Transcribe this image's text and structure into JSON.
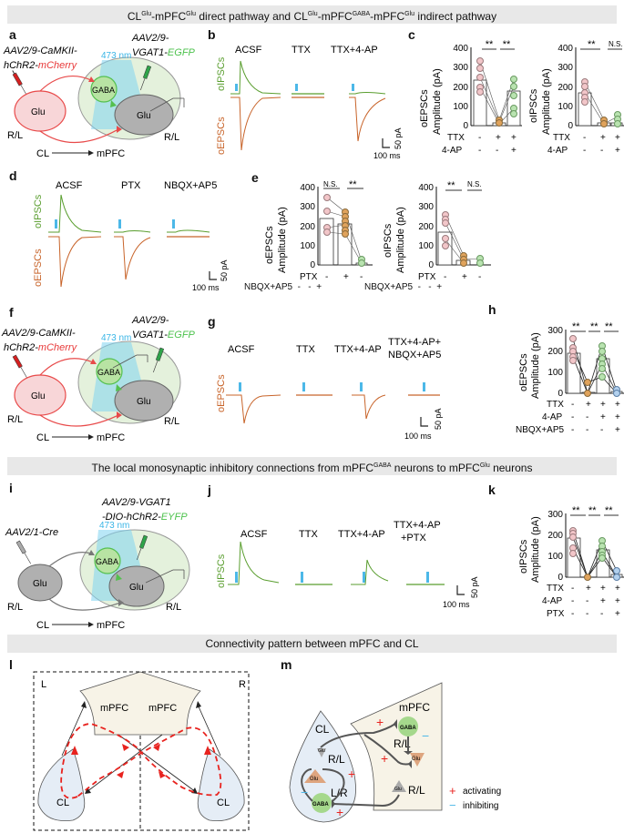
{
  "banners": [
    {
      "pre": "CL",
      "sup1": "Glu",
      "mid1": "-mPFC",
      "sup2": "Glu",
      "mid2": " direct pathway and CL",
      "sup3": "Glu",
      "mid3": "-mPFC",
      "sup4": "GABA",
      "mid4": "-mPFC",
      "sup5": "Glu",
      "post": " indirect pathway"
    },
    {
      "pre": "The local monosynaptic inhibitory connections from mPFC",
      "sup1": "GABA",
      "mid1": " neurons to mPFC",
      "sup2": "Glu",
      "post": " neurons"
    },
    {
      "text": "Connectivity pattern between mPFC and CL"
    }
  ],
  "panels": {
    "a": {
      "label": "a",
      "virus1_a": "AAV2/9-CaMKII-",
      "virus1_b": "hChR2-",
      "virus1_c": "mCherry",
      "virus2_a": "AAV2/9-",
      "virus2_b": "VGAT1-",
      "virus2_c": "EGFP",
      "light": "473 nm",
      "glu": "Glu",
      "gaba": "GABA",
      "side_left": "R/L",
      "side_right": "R/L",
      "from": "CL",
      "to": "mPFC"
    },
    "b": {
      "label": "b",
      "conditions": [
        "ACSF",
        "TTX",
        "TTX+4-AP"
      ],
      "trace_top": "oIPSCs",
      "trace_bottom": "oEPSCs",
      "scale_y": "50 pA",
      "scale_x": "100 ms"
    },
    "c": {
      "label": "c"
    },
    "d": {
      "label": "d",
      "conditions": [
        "ACSF",
        "PTX",
        "NBQX+AP5"
      ],
      "trace_top": "oIPSCs",
      "trace_bottom": "oEPSCs",
      "scale_y": "50 pA",
      "scale_x": "100 ms"
    },
    "e": {
      "label": "e"
    },
    "f": {
      "label": "f",
      "virus1_a": "AAV2/9-CaMKII-",
      "virus1_b": "hChR2-",
      "virus1_c": "mCherry",
      "virus2_a": "AAV2/9-",
      "virus2_b": "VGAT1-",
      "virus2_c": "EGFP",
      "light": "473 nm",
      "glu": "Glu",
      "gaba": "GABA",
      "side_left": "R/L",
      "side_right": "R/L",
      "from": "CL",
      "to": "mPFC"
    },
    "g": {
      "label": "g",
      "conditions": [
        "ACSF",
        "TTX",
        "TTX+4-AP",
        "TTX+4-AP+",
        "NBQX+AP5"
      ],
      "trace": "oEPSCs",
      "scale_y": "50 pA",
      "scale_x": "100 ms"
    },
    "h": {
      "label": "h"
    },
    "i": {
      "label": "i",
      "virus1": "AAV2/1-Cre",
      "virus2_a": "AAV2/9-VGAT1",
      "virus2_b": "-DIO-hChR2-",
      "virus2_c": "EYFP",
      "light": "473 nm",
      "glu": "Glu",
      "gaba": "GABA",
      "side_left": "R/L",
      "side_right": "R/L",
      "from": "CL",
      "to": "mPFC"
    },
    "j": {
      "label": "j",
      "conditions": [
        "ACSF",
        "TTX",
        "TTX+4-AP",
        "TTX+4-AP",
        "+PTX"
      ],
      "trace": "oIPSCs",
      "scale_y": "50 pA",
      "scale_x": "100 ms"
    },
    "k": {
      "label": "k"
    },
    "l": {
      "label": "l",
      "left": "L",
      "right": "R",
      "mpfc": "mPFC",
      "cl": "CL"
    },
    "m": {
      "label": "m",
      "cl": "CL",
      "mpfc": "mPFC",
      "glu": "Glu",
      "gaba": "GABA",
      "rl": "R/L",
      "lr": "L/R",
      "legend_plus": "activating",
      "legend_minus": "inhibiting",
      "plus": "+",
      "minus": "−"
    }
  },
  "chart_data": [
    {
      "panel": "c-left",
      "type": "bar",
      "ylabel": "oEPSCs Amplitude (pA)",
      "ylim": [
        0,
        400
      ],
      "yticks": [
        0,
        100,
        200,
        300,
        400
      ],
      "rows": [
        {
          "name": "TTX",
          "values": [
            "-",
            "+",
            "+"
          ]
        },
        {
          "name": "4-AP",
          "values": [
            "-",
            "-",
            "+"
          ]
        }
      ],
      "values": [
        235,
        15,
        178
      ],
      "significance": [
        "**",
        "**"
      ],
      "points": [
        [
          330,
          300,
          240,
          230,
          200,
          175
        ],
        [
          30,
          20,
          15,
          10,
          5,
          5
        ],
        [
          240,
          220,
          200,
          180,
          120,
          90
        ]
      ]
    },
    {
      "panel": "c-right",
      "type": "bar",
      "ylabel": "oIPSCs Amplitude (pA)",
      "ylim": [
        0,
        400
      ],
      "yticks": [
        0,
        100,
        200,
        300,
        400
      ],
      "rows": [
        {
          "name": "TTX",
          "values": [
            "-",
            "+",
            "+"
          ]
        },
        {
          "name": "4-AP",
          "values": [
            "-",
            "-",
            "+"
          ]
        }
      ],
      "values": [
        170,
        10,
        15
      ],
      "significance": [
        "**",
        "N.S."
      ],
      "points": [
        [
          235,
          215,
          170,
          150,
          120
        ],
        [
          30,
          15,
          5,
          5
        ],
        [
          55,
          35,
          15,
          5
        ]
      ]
    },
    {
      "panel": "e-left",
      "type": "bar",
      "ylabel": "oEPSCs Amplitude (pA)",
      "ylim": [
        0,
        400
      ],
      "yticks": [
        0,
        100,
        200,
        300,
        400
      ],
      "rows": [
        {
          "name": "PTX",
          "values": [
            "-",
            "+",
            "-"
          ]
        },
        {
          "name": "NBQX+AP5",
          "values": [
            "-",
            "-",
            "+"
          ]
        }
      ],
      "values": [
        240,
        210,
        10
      ],
      "significance": [
        "N.S.",
        "**"
      ],
      "points": [
        [
          365,
          275,
          270,
          200,
          175,
          170
        ],
        [
          270,
          250,
          230,
          210,
          190,
          170
        ],
        [
          20,
          10,
          5
        ]
      ]
    },
    {
      "panel": "e-right",
      "type": "bar",
      "ylabel": "oIPSCs Amplitude (pA)",
      "ylim": [
        0,
        400
      ],
      "yticks": [
        0,
        100,
        200,
        300,
        400
      ],
      "rows": [
        {
          "name": "PTX",
          "values": [
            "-",
            "+",
            "-"
          ]
        },
        {
          "name": "NBQX+AP5",
          "values": [
            "-",
            "-",
            "+"
          ]
        }
      ],
      "values": [
        175,
        25,
        15
      ],
      "significance": [
        "**",
        "N.S."
      ],
      "points": [
        [
          265,
          240,
          215,
          140,
          100
        ],
        [
          50,
          35,
          20,
          10,
          5
        ],
        [
          35,
          5
        ]
      ]
    },
    {
      "panel": "h",
      "type": "bar",
      "ylabel": "oEPSCs Amplitude (pA)",
      "ylim": [
        0,
        300
      ],
      "yticks": [
        0,
        100,
        200,
        300
      ],
      "rows": [
        {
          "name": "TTX",
          "values": [
            "-",
            "+",
            "+",
            "+"
          ]
        },
        {
          "name": "4-AP",
          "values": [
            "-",
            "-",
            "+",
            "+"
          ]
        },
        {
          "name": "NBQX+AP5",
          "values": [
            "-",
            "-",
            "-",
            "+"
          ]
        }
      ],
      "values": [
        190,
        5,
        165,
        8
      ],
      "significance": [
        "**",
        "**",
        "**"
      ],
      "points": [
        [
          260,
          210,
          200,
          185,
          165
        ],
        [
          50,
          0
        ],
        [
          225,
          205,
          185,
          165,
          140,
          75
        ],
        [
          15,
          5
        ]
      ]
    },
    {
      "panel": "k",
      "type": "bar",
      "ylabel": "oIPSCs Amplitude (pA)",
      "ylim": [
        0,
        300
      ],
      "yticks": [
        0,
        100,
        200,
        300
      ],
      "rows": [
        {
          "name": "TTX",
          "values": [
            "-",
            "+",
            "+",
            "+"
          ]
        },
        {
          "name": "4-AP",
          "values": [
            "-",
            "-",
            "+",
            "+"
          ]
        },
        {
          "name": "PTX",
          "values": [
            "-",
            "-",
            "-",
            "+"
          ]
        }
      ],
      "values": [
        185,
        0,
        130,
        15
      ],
      "significance": [
        "**",
        "**",
        "**"
      ],
      "points": [
        [
          215,
          205,
          195,
          140,
          115
        ],
        [
          0
        ],
        [
          175,
          150,
          135,
          120,
          110
        ],
        [
          30,
          5
        ]
      ]
    }
  ]
}
